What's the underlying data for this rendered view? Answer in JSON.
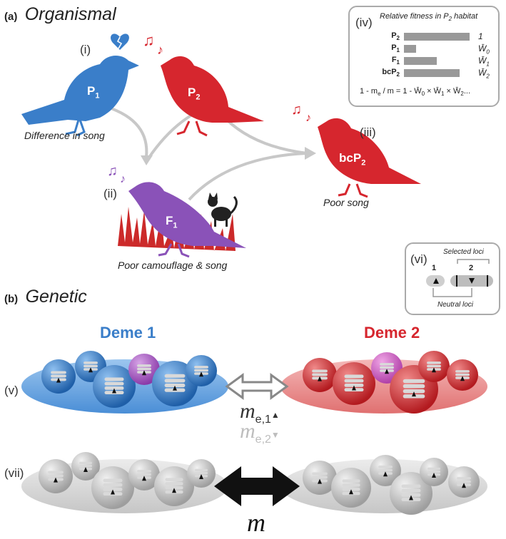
{
  "organismal": {
    "tag": "(a)",
    "title": "Organismal",
    "panels": {
      "i": "(i)",
      "ii": "(ii)",
      "iii": "(iii)"
    },
    "birds": {
      "p1": "P",
      "p1_sub": "1",
      "p2": "P",
      "p2_sub": "2",
      "f1": "F",
      "f1_sub": "1",
      "bc": "bcP",
      "bc_sub": "2"
    },
    "captions": {
      "p1": "Difference in song",
      "f1": "Poor camouflage & song",
      "bc": "Poor song"
    },
    "colors": {
      "p1": "#3a7ec9",
      "p2": "#d6262e",
      "f1": "#8a52b8",
      "grass": "#cc2a2a"
    }
  },
  "fitness_box": {
    "tag": "(iv)",
    "title": "Relative fitness in P",
    "title_sub": "2",
    "title_end": " habitat",
    "rows": [
      {
        "label": "P",
        "sub": "2",
        "value": "1",
        "fraction": 1.0
      },
      {
        "label": "P",
        "sub": "1",
        "value": "W̄",
        "value_sub": "0",
        "fraction": 0.18
      },
      {
        "label": "F",
        "sub": "1",
        "value": "W̄",
        "value_sub": "1",
        "fraction": 0.5
      },
      {
        "label": "bcP",
        "sub": "2",
        "value": "W̄",
        "value_sub": "2",
        "fraction": 0.85
      }
    ],
    "formula": "1 - m",
    "formula_sub": "e",
    "formula_rest": " / m = 1 - W̄",
    "formula_terms": [
      "0",
      "1",
      "2"
    ],
    "formula_end": "..."
  },
  "loci_box": {
    "tag": "(vi)",
    "selected": "Selected loci",
    "neutral": "Neutral loci",
    "locus1": "1",
    "locus2": "2"
  },
  "genetic": {
    "tag": "(b)",
    "title": "Genetic",
    "deme1": "Deme 1",
    "deme2": "Deme 2",
    "panel_v": "(v)",
    "panel_vii": "(vii)",
    "me1": "m",
    "me1_sub": "e,1",
    "me2": "m",
    "me2_sub": "e,2",
    "m": "m"
  }
}
